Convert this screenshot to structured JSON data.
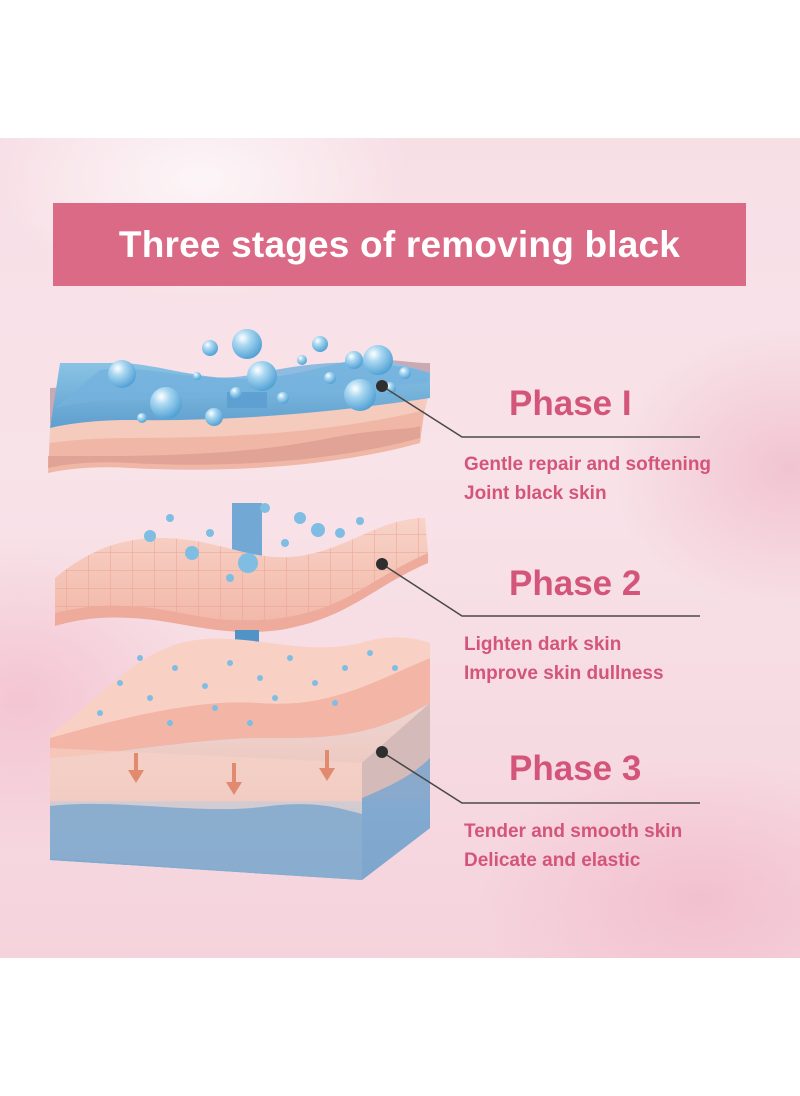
{
  "title": "Three stages of removing black",
  "phases": [
    {
      "title": "Phase I",
      "lines": [
        "Gentle repair and softening",
        "Joint black skin"
      ]
    },
    {
      "title": "Phase 2",
      "lines": [
        "Lighten dark skin",
        "Improve skin dullness"
      ]
    },
    {
      "title": "Phase 3",
      "lines": [
        "Tender and smooth skin",
        "Delicate and elastic"
      ]
    }
  ],
  "colors": {
    "accent": "#db6a86",
    "text": "#d4557a",
    "background": "#f7dfe6",
    "water_blue": "#7fb8dc",
    "skin_pink": "#f6c8bb",
    "arrow": "#5a9ed0"
  }
}
